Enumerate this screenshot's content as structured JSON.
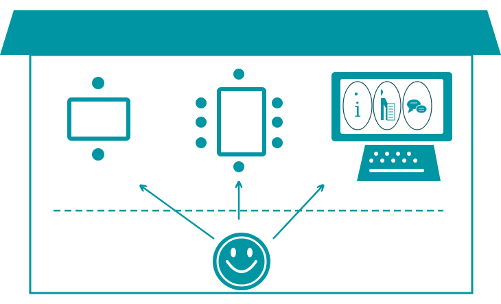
{
  "colors": {
    "accent": "#0095A3",
    "background": "#FFFFFF",
    "oval_stroke": "#0B4F57"
  },
  "monitor": {
    "info_glyph": "i"
  },
  "icons": [
    "house",
    "small-table",
    "large-table",
    "computer-kiosk",
    "information-icon",
    "person-with-checklist-icon",
    "speech-bubbles-icon",
    "keyboard",
    "smiley-face",
    "arrow"
  ]
}
